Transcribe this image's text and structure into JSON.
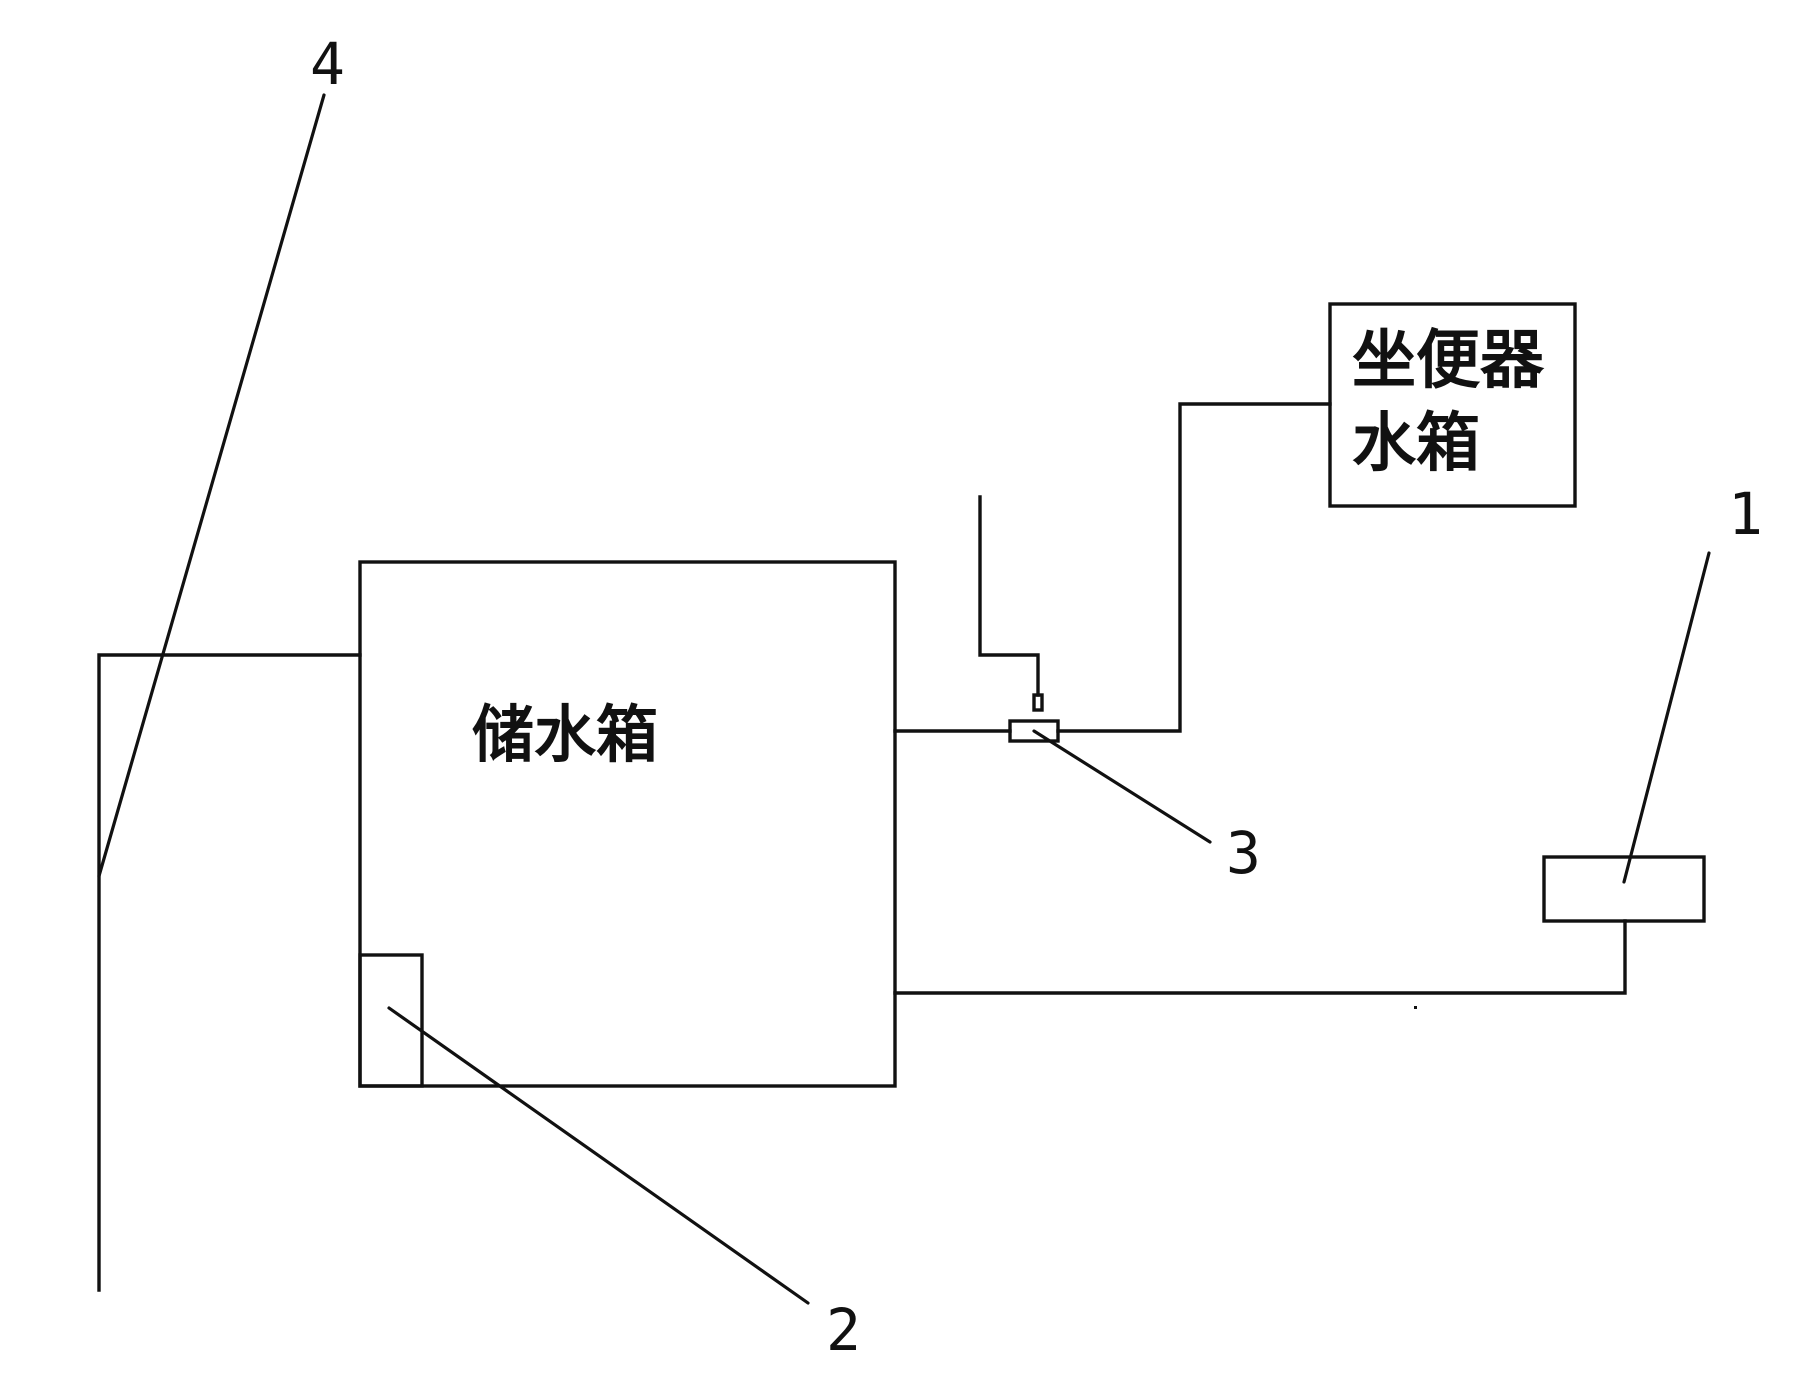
{
  "tank": {
    "label": "储水箱"
  },
  "toilet_tank": {
    "line1": "坐便器",
    "line2": "水箱"
  },
  "callouts": {
    "c1": "1",
    "c2": "2",
    "c3": "3",
    "c4": "4"
  },
  "colors": {
    "line": "#111111",
    "background": "#ffffff"
  }
}
